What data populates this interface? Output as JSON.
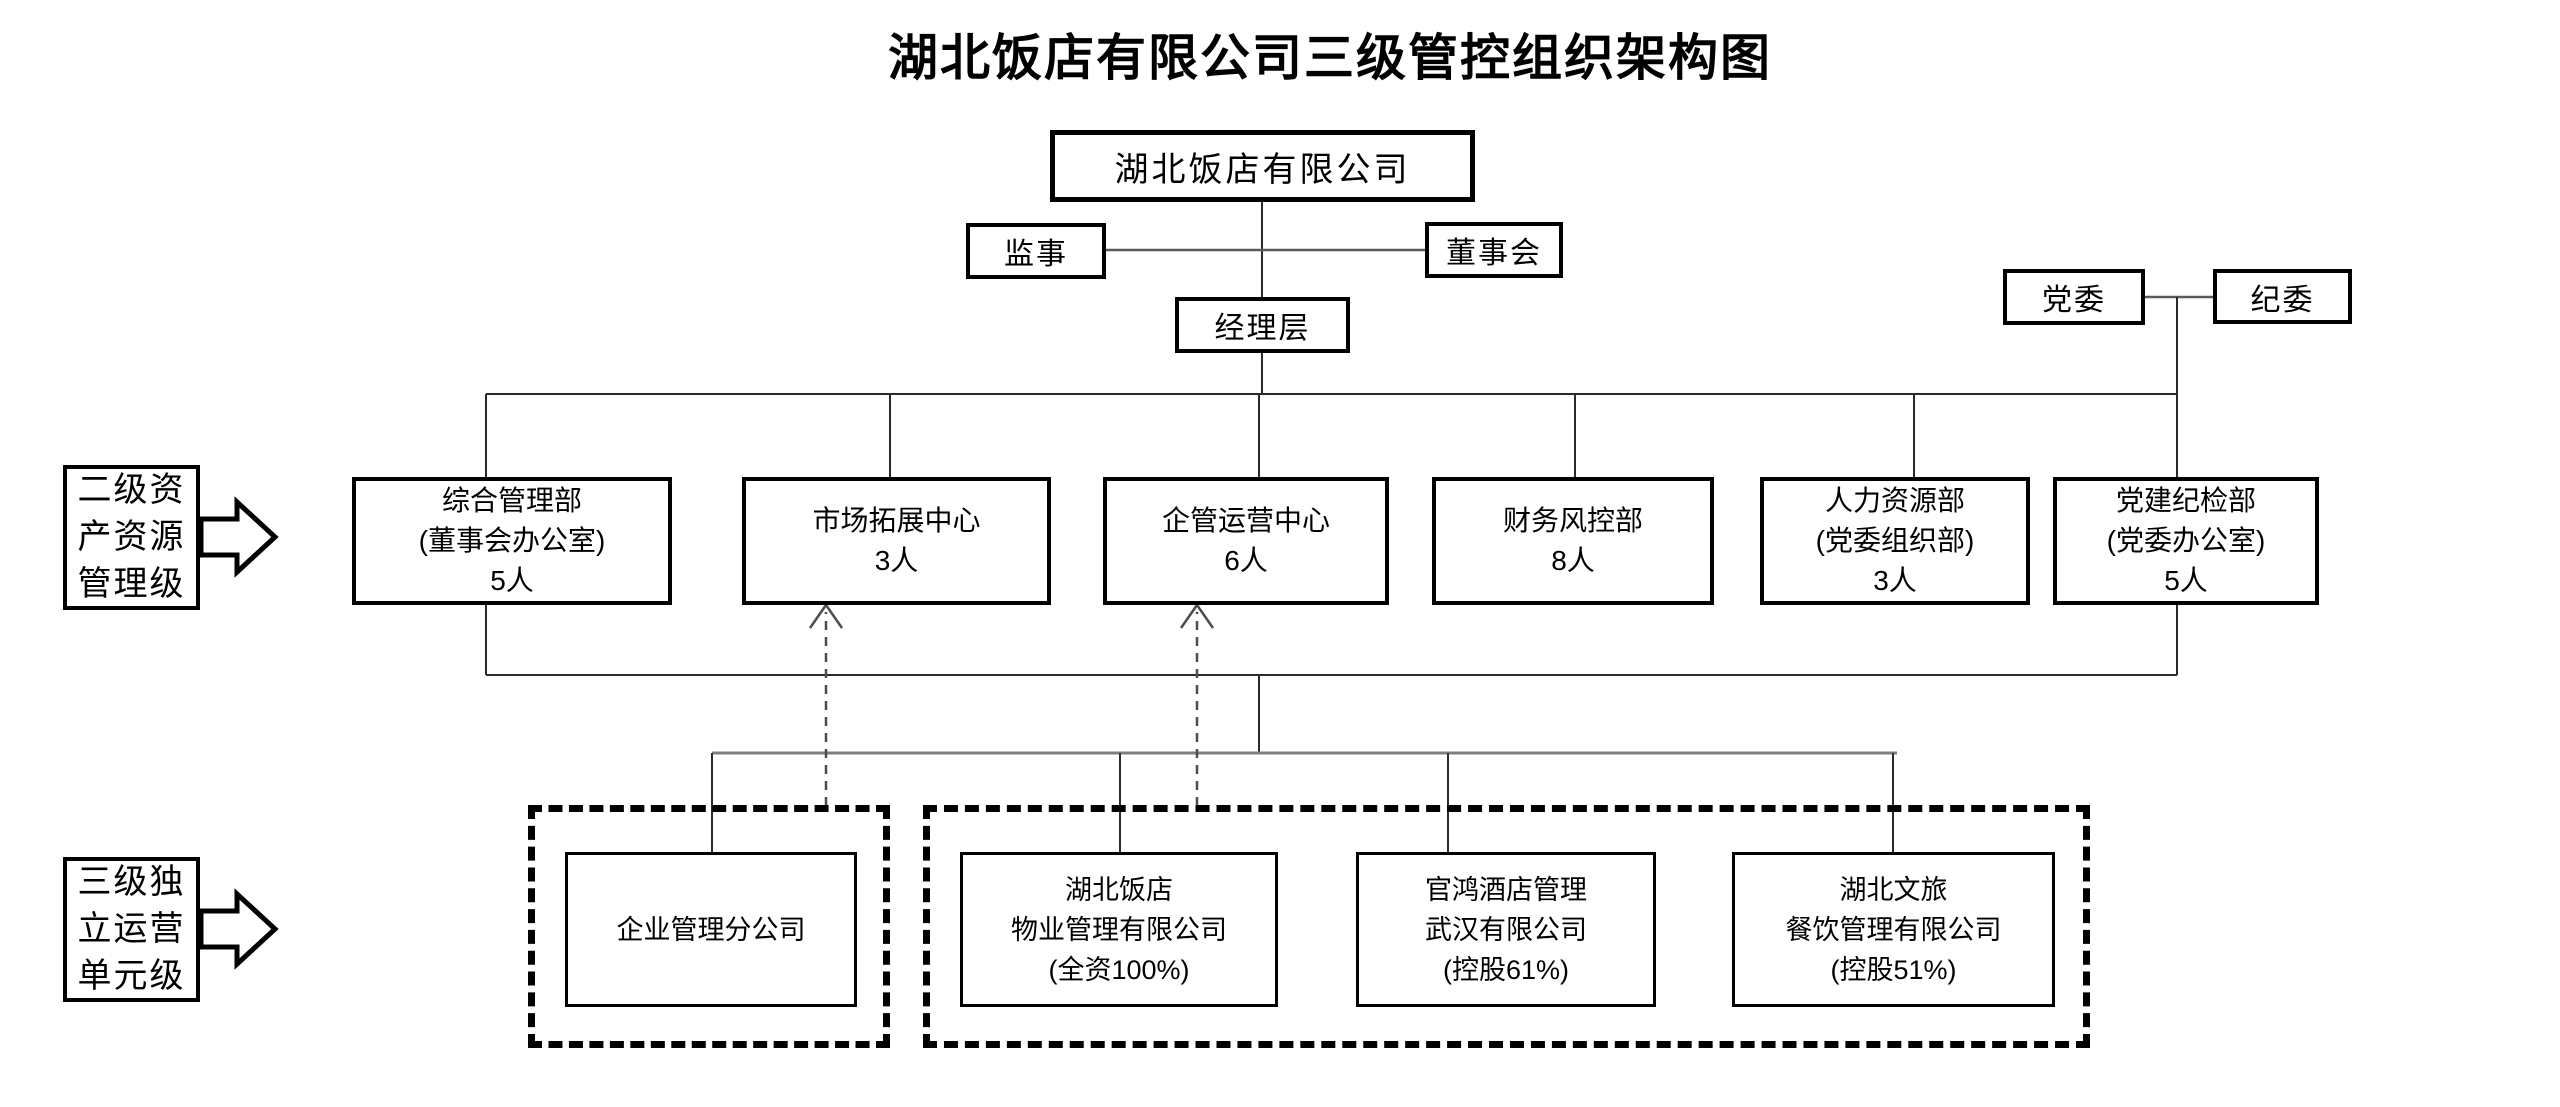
{
  "title": "湖北饭店有限公司三级管控组织架构图",
  "governance": {
    "company": "湖北饭店有限公司",
    "supervisor": "监事",
    "board": "董事会",
    "management_layer": "经理层",
    "party_committee": "党委",
    "discipline_committee": "纪委"
  },
  "level2": {
    "side_label_lines": [
      "二级资",
      "产资源",
      "管理级"
    ],
    "departments": [
      {
        "lines": [
          "综合管理部",
          "(董事会办公室)",
          "5人"
        ]
      },
      {
        "lines": [
          "市场拓展中心",
          "3人"
        ]
      },
      {
        "lines": [
          "企管运营中心",
          "6人"
        ]
      },
      {
        "lines": [
          "财务风控部",
          "8人"
        ]
      },
      {
        "lines": [
          "人力资源部",
          "(党委组织部)",
          "3人"
        ]
      },
      {
        "lines": [
          "党建纪检部",
          "(党委办公室)",
          "5人"
        ]
      }
    ]
  },
  "level3": {
    "side_label_lines": [
      "三级独",
      "立运营",
      "单元级"
    ],
    "branch_group": {
      "units": [
        {
          "lines": [
            "企业管理分公司"
          ]
        }
      ]
    },
    "subsidiary_group": {
      "units": [
        {
          "lines": [
            "湖北饭店",
            "物业管理有限公司",
            "(全资100%)"
          ]
        },
        {
          "lines": [
            "官鸿酒店管理",
            "武汉有限公司",
            "(控股61%)"
          ]
        },
        {
          "lines": [
            "湖北文旅",
            "餐饮管理有限公司",
            "(控股51%)"
          ]
        }
      ]
    }
  },
  "colors": {
    "border": "#000000",
    "connector": "#2b2b2b",
    "connector_gray": "#7f7f7f",
    "dashed_arrow": "#4d4d4d",
    "background": "#ffffff"
  }
}
